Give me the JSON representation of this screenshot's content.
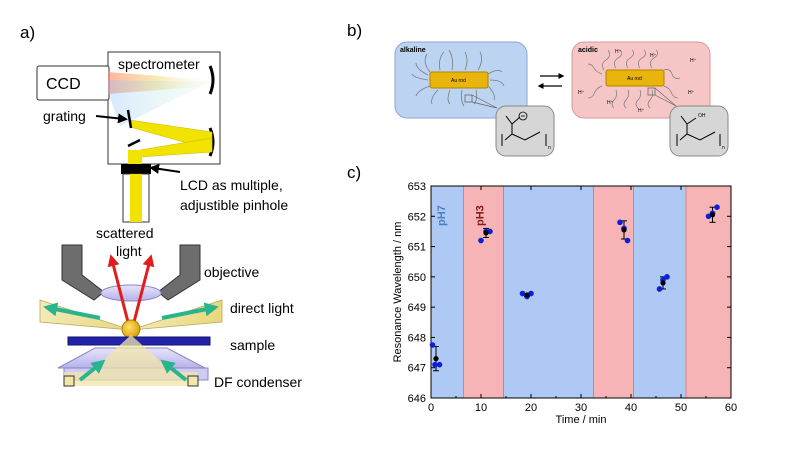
{
  "panel_a": {
    "letter": "a)",
    "labels": {
      "ccd": "CCD",
      "spectrometer": "spectrometer",
      "grating": "grating",
      "lcd_line1": "LCD as multiple,",
      "lcd_line2": "adjustible pinhole",
      "scattered_line1": "scattered",
      "scattered_line2": "light",
      "objective": "objective",
      "direct_light": "direct light",
      "sample": "sample",
      "df_condenser": "DF condenser"
    }
  },
  "panel_b": {
    "letter": "b)",
    "alkaline": "alkaline",
    "acidic": "acidic",
    "au_rod": "Au rod",
    "h_plus": "H⁺",
    "oh": "OH",
    "n_sub": "n",
    "colors": {
      "alkaline_bg": "#bcd4f2",
      "acidic_bg": "#f6c6c6"
    }
  },
  "panel_c": {
    "letter": "c)",
    "band_labels": {
      "ph7": "pH7",
      "ph3": "pH3"
    },
    "colors": {
      "blue_band": "#9fc0f2",
      "red_band": "#f5a7a9",
      "ph7_text": "#4a7fc0",
      "ph3_text": "#8b1a1a",
      "point": "#0d1fd6",
      "mean": "#000000"
    }
  },
  "chart_data": {
    "type": "scatter",
    "xlabel": "Time / min",
    "ylabel": "Resonance Wavelength / nm",
    "xlim": [
      0,
      60
    ],
    "ylim": [
      646,
      653
    ],
    "xticks": [
      0,
      10,
      20,
      30,
      40,
      50,
      60
    ],
    "yticks": [
      646,
      647,
      648,
      649,
      650,
      651,
      652,
      653
    ],
    "grid": false,
    "bands": [
      {
        "from": 0,
        "to": 6.5,
        "phase": "pH7"
      },
      {
        "from": 6.5,
        "to": 14.5,
        "phase": "pH3"
      },
      {
        "from": 14.5,
        "to": 32.5,
        "phase": "pH7"
      },
      {
        "from": 32.5,
        "to": 40.5,
        "phase": "pH3"
      },
      {
        "from": 40.5,
        "to": 51,
        "phase": "pH7"
      },
      {
        "from": 51,
        "to": 60,
        "phase": "pH3"
      }
    ],
    "points": [
      {
        "x": 0.3,
        "y": 647.75
      },
      {
        "x": 0.8,
        "y": 647.1
      },
      {
        "x": 1.7,
        "y": 647.1
      },
      {
        "x": 10.0,
        "y": 651.2
      },
      {
        "x": 11.0,
        "y": 651.5
      },
      {
        "x": 11.8,
        "y": 651.5
      },
      {
        "x": 18.3,
        "y": 649.45
      },
      {
        "x": 19.2,
        "y": 649.35
      },
      {
        "x": 20.0,
        "y": 649.45
      },
      {
        "x": 37.8,
        "y": 651.8
      },
      {
        "x": 38.6,
        "y": 651.6
      },
      {
        "x": 39.3,
        "y": 651.2
      },
      {
        "x": 45.7,
        "y": 649.6
      },
      {
        "x": 46.4,
        "y": 649.9
      },
      {
        "x": 47.2,
        "y": 650.0
      },
      {
        "x": 55.5,
        "y": 652.0
      },
      {
        "x": 56.3,
        "y": 652.1
      },
      {
        "x": 57.2,
        "y": 652.3
      }
    ],
    "means": [
      {
        "x": 1.0,
        "y": 647.3,
        "err": 0.4
      },
      {
        "x": 11.0,
        "y": 651.45,
        "err": 0.15
      },
      {
        "x": 19.2,
        "y": 649.4,
        "err": 0.05
      },
      {
        "x": 38.6,
        "y": 651.55,
        "err": 0.3
      },
      {
        "x": 46.4,
        "y": 649.8,
        "err": 0.2
      },
      {
        "x": 56.3,
        "y": 652.05,
        "err": 0.25
      }
    ]
  }
}
